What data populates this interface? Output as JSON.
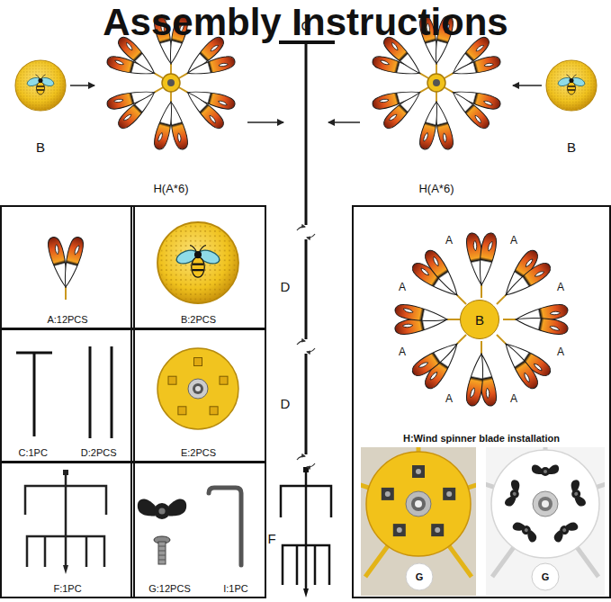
{
  "diagram": {
    "title": "Assembly Instructions",
    "nodes": [
      {
        "text": [
          "B"
        ]
      },
      {
        "text": [
          "H(A*6)"
        ]
      },
      {
        "text": [
          "C"
        ]
      },
      {
        "text": [
          "H(A*6)"
        ]
      },
      {
        "text": [
          "B"
        ]
      },
      {
        "text": [
          "A:12PCS"
        ]
      },
      {
        "text": [
          "B:2PCS"
        ]
      },
      {
        "text": [
          "C:1PC",
          "D:2PCS"
        ]
      },
      {
        "text": [
          "E:2PCS"
        ]
      },
      {
        "text": [
          "F:1PC"
        ]
      },
      {
        "text": [
          "G:12PCS",
          "I:1PC"
        ]
      },
      {
        "text": [
          "H:Wind spinner blade installation"
        ]
      },
      {
        "text": [
          "B"
        ],
        "in": 11
      }
    ],
    "edges": [
      {
        "from": 0,
        "to": 1,
        "arrow": "to"
      },
      {
        "from": 1,
        "to": 2,
        "arrow": "to"
      },
      {
        "from": 4,
        "to": 3,
        "arrow": "to"
      },
      {
        "from": 3,
        "to": 2,
        "arrow": "to"
      }
    ],
    "labels": [
      "D",
      "D",
      "F",
      "A",
      "A",
      "A",
      "A",
      "A",
      "A",
      "A",
      "A",
      "G",
      "G"
    ]
  }
}
